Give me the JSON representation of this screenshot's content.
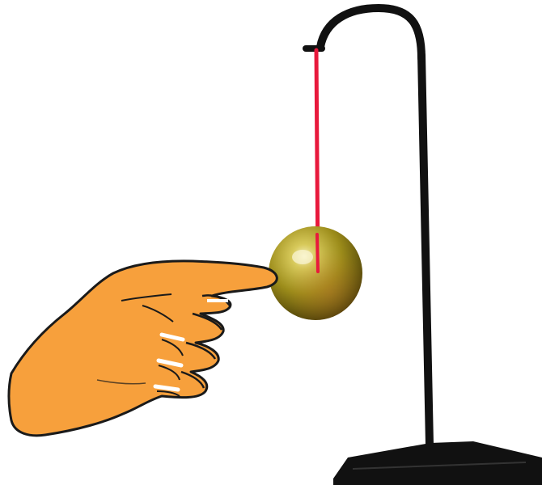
{
  "scene": {
    "objects": [
      {
        "name": "pendulum-stand",
        "shape": "stand-icon"
      },
      {
        "name": "thread",
        "shape": "thread-icon"
      },
      {
        "name": "ball",
        "shape": "ball-icon"
      },
      {
        "name": "hand",
        "shape": "hand-icon"
      }
    ],
    "colors": {
      "background": "#ffffff",
      "stand": "#111111",
      "thread": "#e8193c",
      "ball_light": "#f1e8a0",
      "ball_mid": "#a79a1e",
      "ball_dark": "#4b3f08",
      "skin": "#f7a03c",
      "outline": "#1a1a1a"
    }
  }
}
